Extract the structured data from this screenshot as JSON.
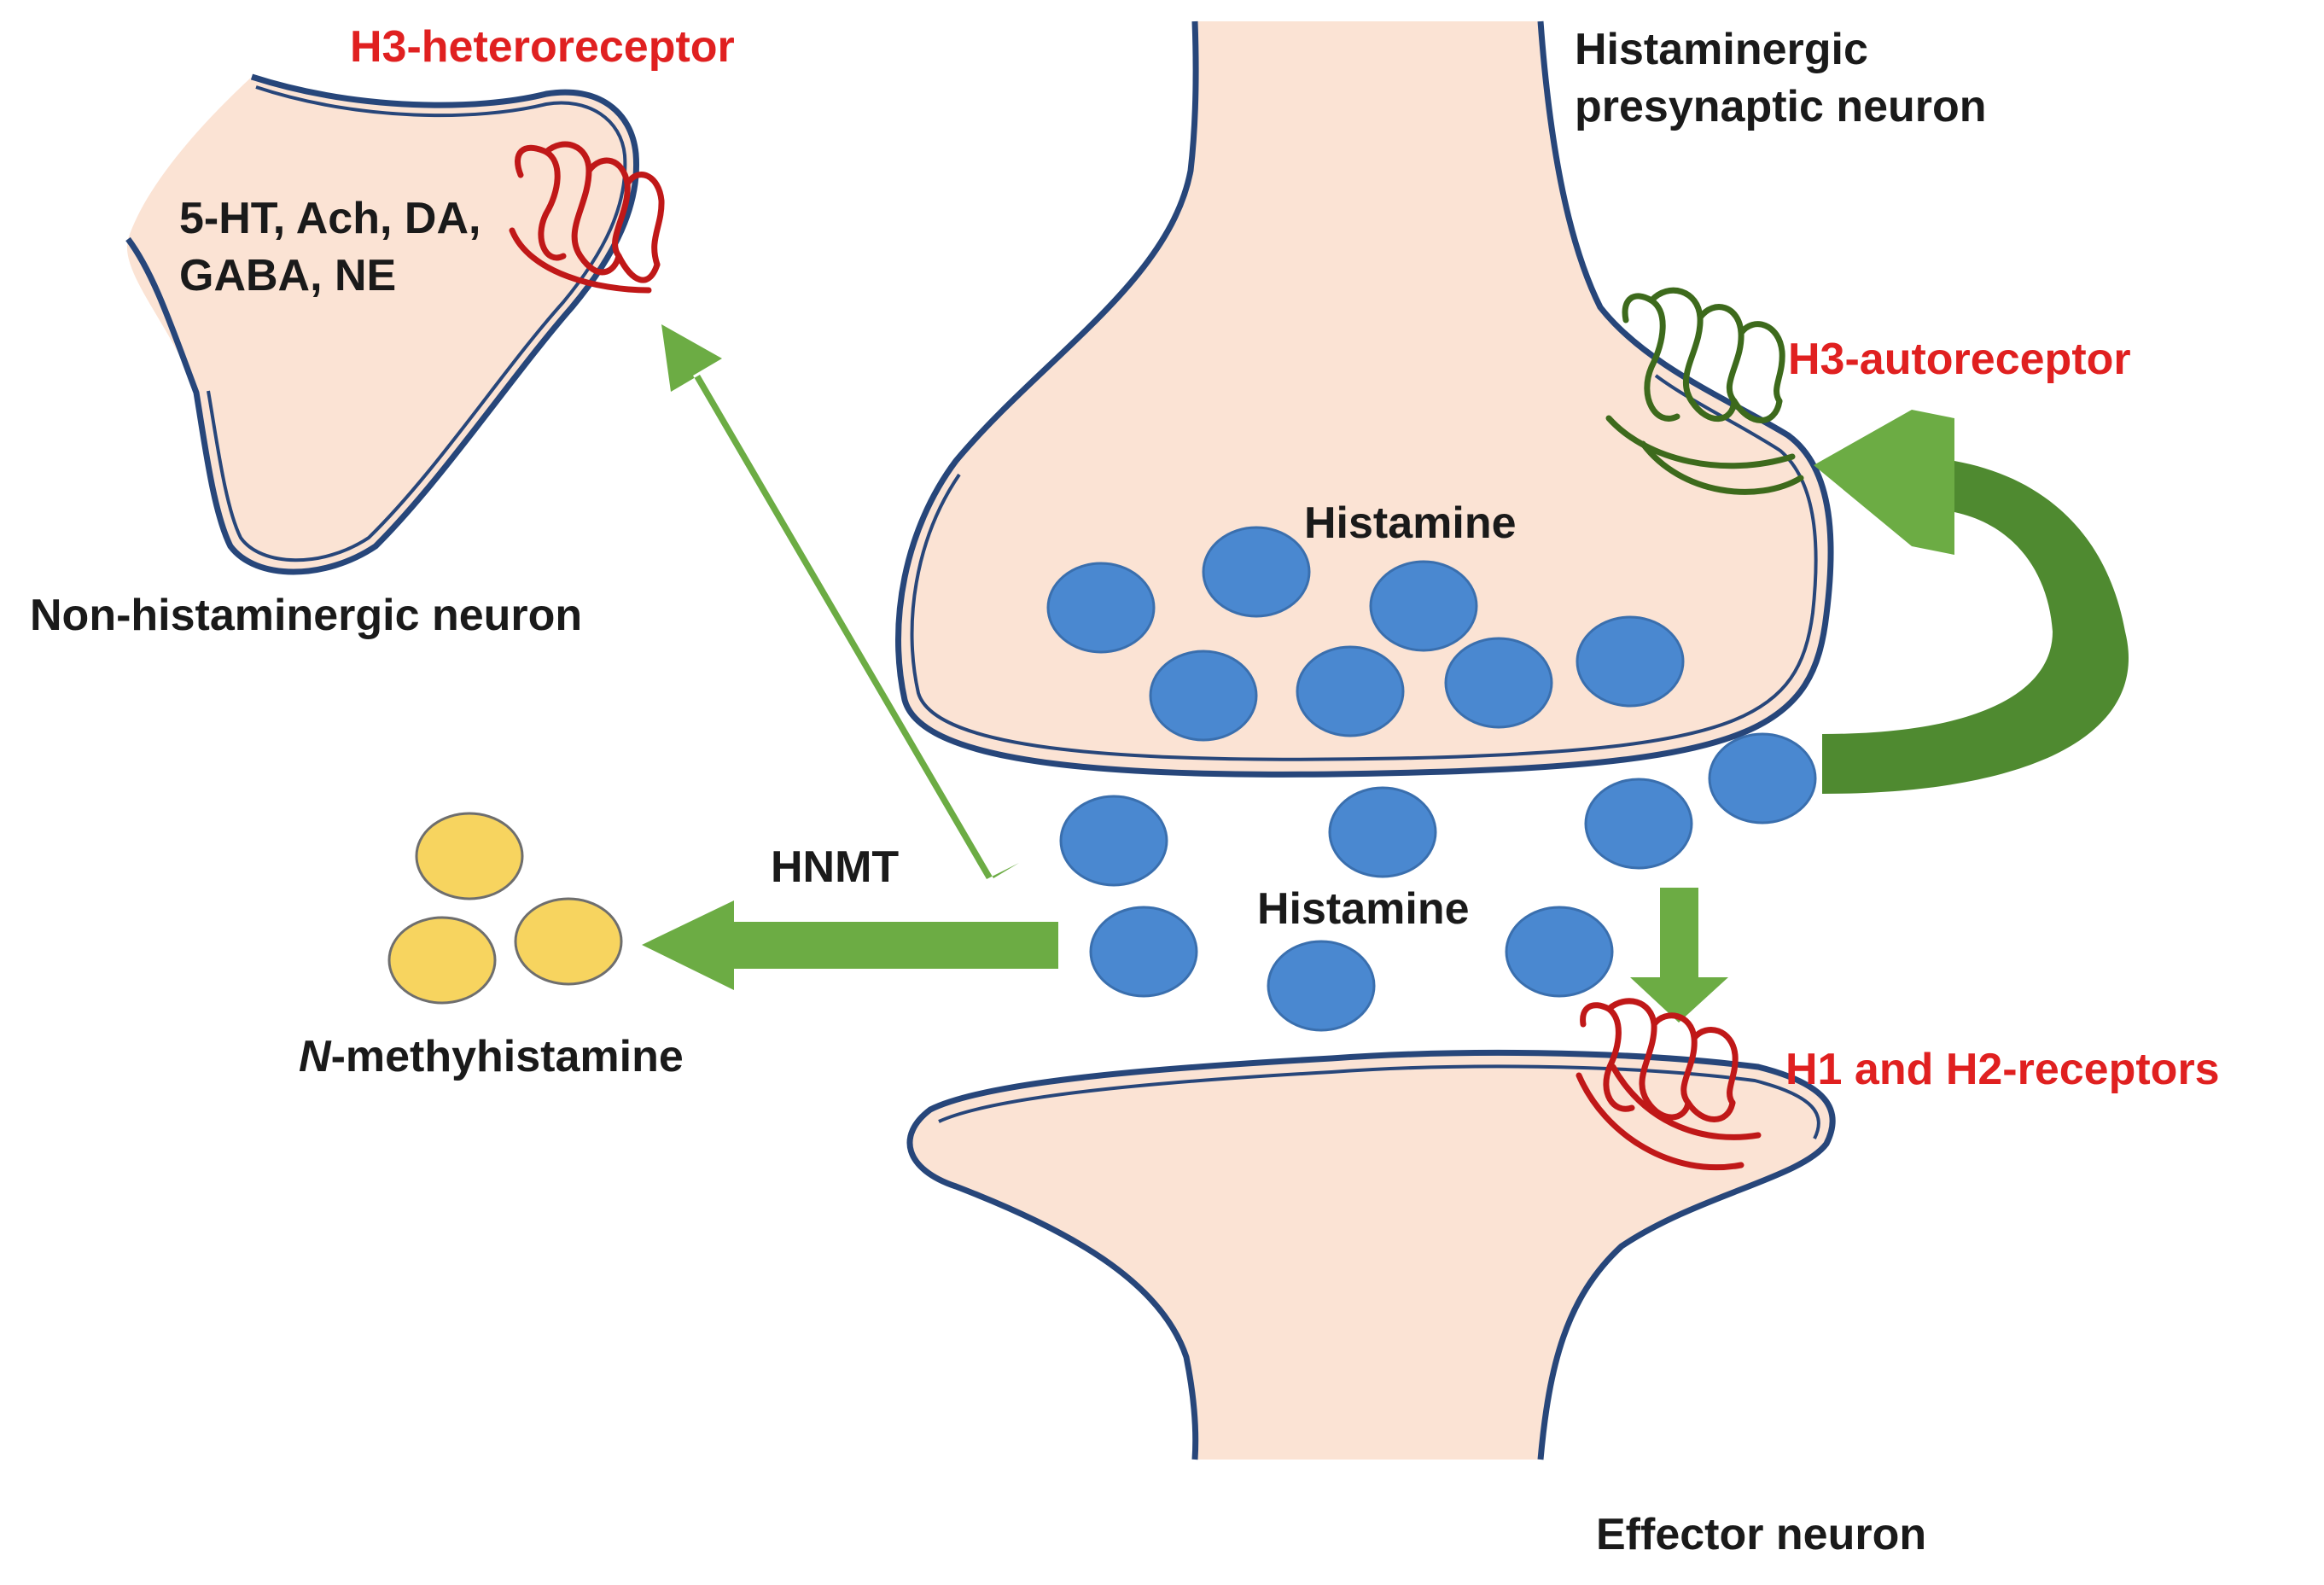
{
  "labels": {
    "presynaptic": "Histaminergic\npresynaptic neuron",
    "h3_auto": "H3-autoreceptor",
    "h3_hetero": "H3-heteroreceptor",
    "transmitters": "5-HT, Ach, DA,\nGABA, NE",
    "non_histaminergic": "Non-histaminergic neuron",
    "histamine_vesicles": "Histamine",
    "histamine_cleft": "Histamine",
    "hnmt": "HNMT",
    "metabolite_prefix": "N",
    "metabolite_suffix": "-methyhistamine",
    "h1_h2": "H1 and H2-receptors",
    "effector": "Effector neuron"
  },
  "colors": {
    "cytoplasm": "#fbe3d4",
    "membrane": "#27467a",
    "vesicle": "#4a88d0",
    "metabolite": "#f7d45f",
    "arrow": "#6cac44",
    "arrow_dark": "#4f8a30",
    "receptor_red": "#c01818",
    "receptor_green": "#3d6a1c",
    "label_red": "#e02020",
    "label_dark": "#1a1a1a"
  },
  "icons": {
    "receptors": [
      "h3-heteroreceptor-icon",
      "h3-autoreceptor-icon",
      "h1-h2-receptor-icon"
    ],
    "particles": [
      "histamine-vesicle",
      "n-methylhistamine-molecule"
    ]
  }
}
